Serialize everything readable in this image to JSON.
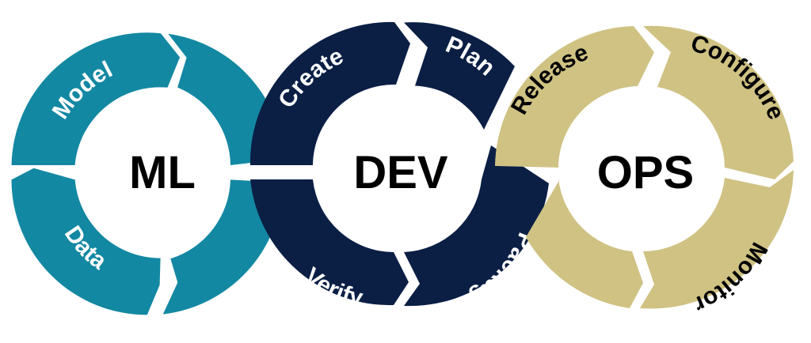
{
  "colors": {
    "ml": "#1388a2",
    "dev": "#0b1f45",
    "ops": "#cfc283",
    "light_text": "#ffffff",
    "dark_text": "#000000"
  },
  "cycles": [
    {
      "id": "ml",
      "title": "ML",
      "segments": [
        "Model",
        "Data"
      ]
    },
    {
      "id": "dev",
      "title": "DEV",
      "segments": [
        "Create",
        "Plan",
        "Package",
        "Verify"
      ]
    },
    {
      "id": "ops",
      "title": "OPS",
      "segments": [
        "Release",
        "Configure",
        "Monitor"
      ]
    }
  ]
}
